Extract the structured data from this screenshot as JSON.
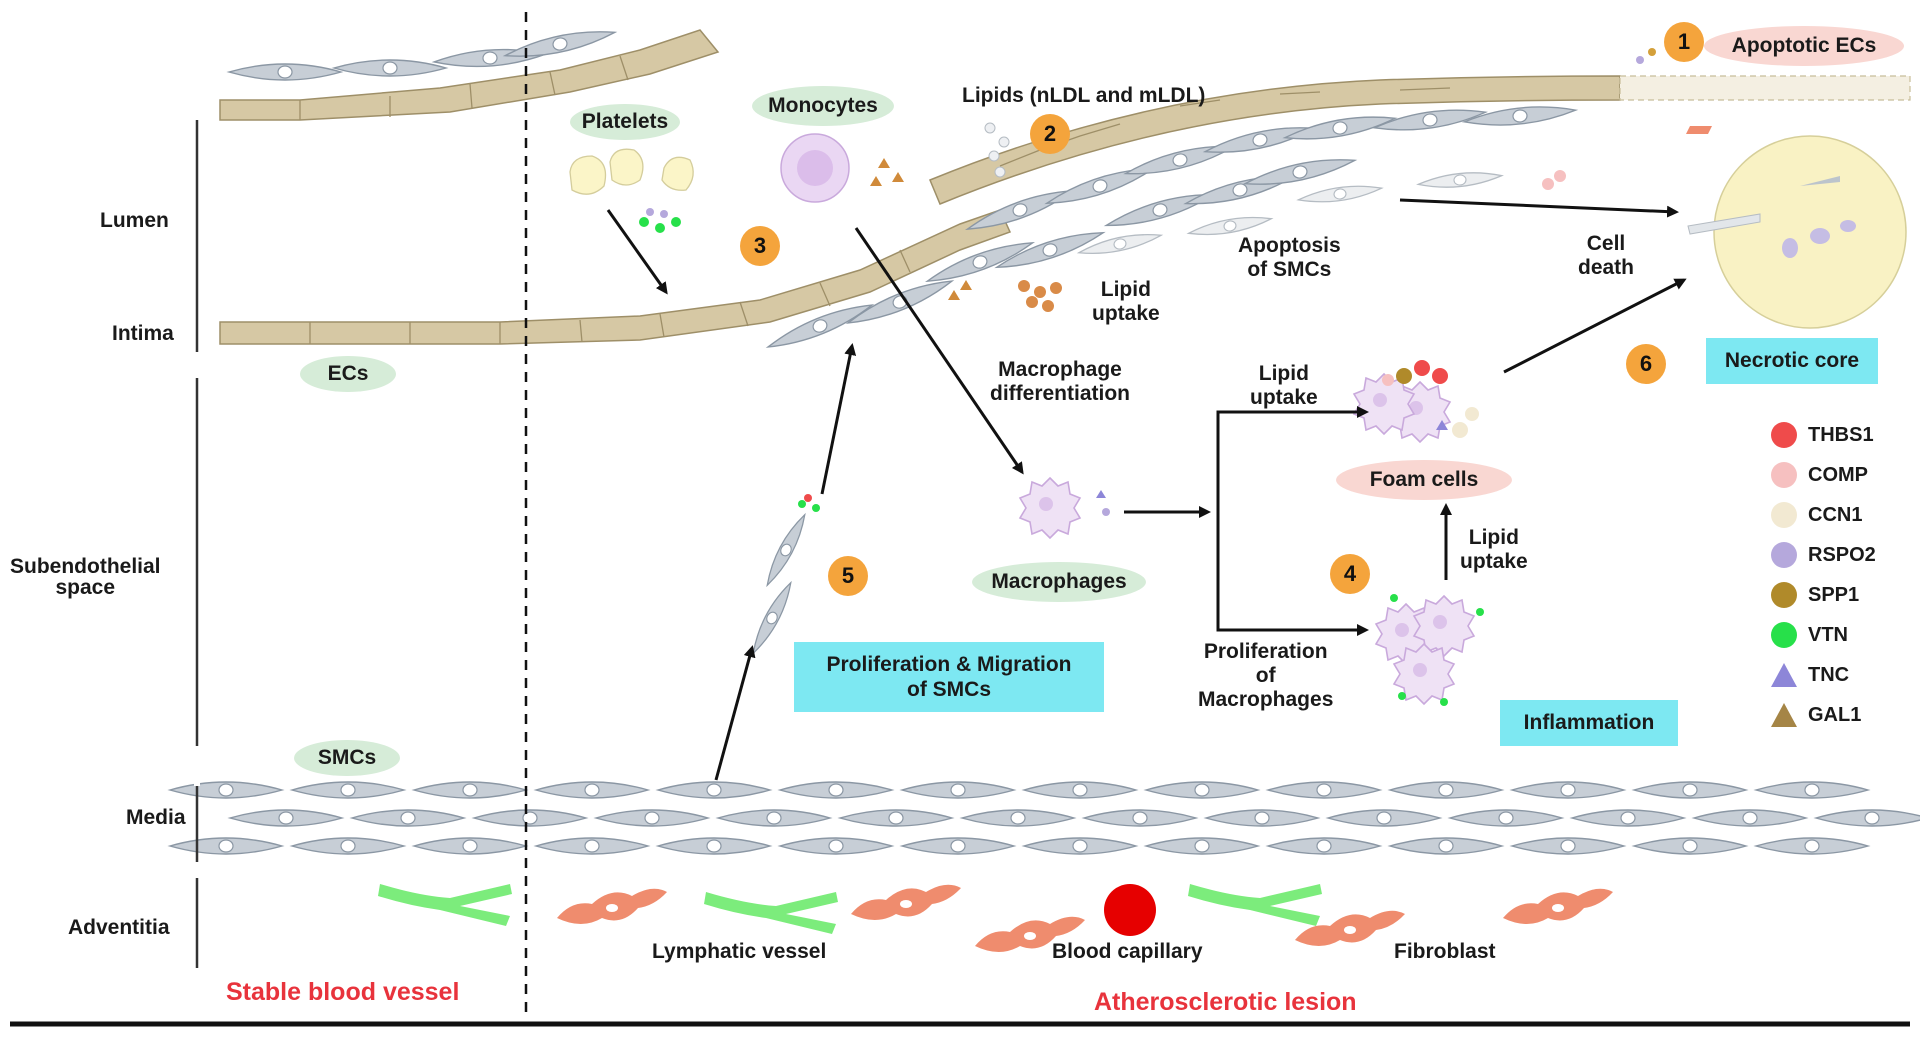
{
  "layers": {
    "lumen": "Lumen",
    "intima": "Intima",
    "subendothelial": [
      "Subendothelial",
      "space"
    ],
    "media": "Media",
    "adventitia": "Adventitia"
  },
  "regions": {
    "stable": "Stable blood vessel",
    "lesion": "Atherosclerotic lesion"
  },
  "cells": {
    "platelets": "Platelets",
    "monocytes": "Monocytes",
    "ecs": "ECs",
    "smcs": "SMCs",
    "macrophages": "Macrophages",
    "foam_cells": "Foam cells",
    "apoptotic_ecs": "Apoptotic ECs",
    "lymphatic_vessel": "Lymphatic vessel",
    "blood_capillary": "Blood capillary",
    "fibroblast": "Fibroblast"
  },
  "labels": {
    "lipids": "Lipids (nLDL and mLDL)",
    "lipid_uptake_1": [
      "Lipid",
      "uptake"
    ],
    "apoptosis_smcs": [
      "Apoptosis",
      "of SMCs"
    ],
    "cell_death": [
      "Cell",
      "death"
    ],
    "macrophage_diff": [
      "Macrophage",
      "differentiation"
    ],
    "lipid_uptake_2": [
      "Lipid",
      "uptake"
    ],
    "lipid_uptake_3": [
      "Lipid",
      "uptake"
    ],
    "prolif_macro": [
      "Proliferation",
      "of",
      "Macrophages"
    ]
  },
  "boxes": {
    "necrotic_core": "Necrotic core",
    "prolif_migration": [
      "Proliferation & Migration",
      "of SMCs"
    ],
    "inflammation": "Inflammation"
  },
  "steps": [
    "1",
    "2",
    "3",
    "4",
    "5",
    "6"
  ],
  "legend": [
    {
      "label": "THBS1",
      "shape": "circle",
      "color": "#ef4b4b"
    },
    {
      "label": "COMP",
      "shape": "circle",
      "color": "#f6c0c0"
    },
    {
      "label": "CCN1",
      "shape": "circle",
      "color": "#f2e9d2"
    },
    {
      "label": "RSPO2",
      "shape": "circle",
      "color": "#b5a8dc"
    },
    {
      "label": "SPP1",
      "shape": "circle",
      "color": "#b08a2a"
    },
    {
      "label": "VTN",
      "shape": "circle",
      "color": "#27e04a"
    },
    {
      "label": "TNC",
      "shape": "triangle",
      "color": "#8d86d8"
    },
    {
      "label": "GAL1",
      "shape": "triangle",
      "color": "#a58546"
    }
  ],
  "colors": {
    "ec": "#d6c8a4",
    "smc": "#c7ced6",
    "lymphatic": "#7cec7c",
    "fibroblast": "#ef8c6e",
    "capillary": "#e60000",
    "region_red": "#e8333c",
    "box_cyan": "#7de8f2",
    "step_orange": "#f4a43c"
  }
}
